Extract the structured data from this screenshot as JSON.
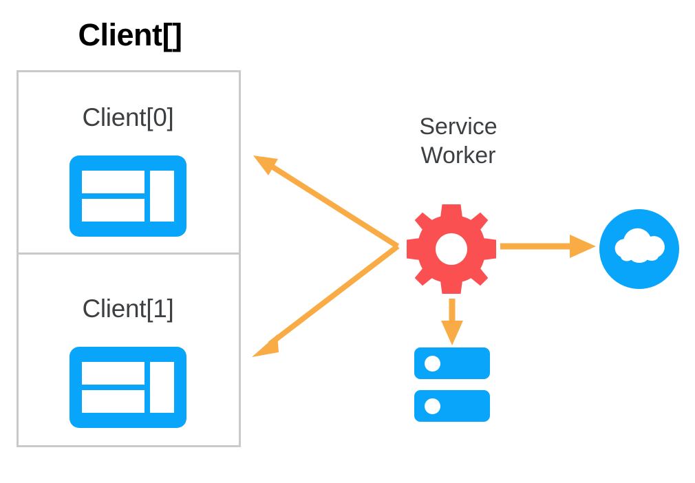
{
  "diagram": {
    "title": "Client[] and Service Worker relationship",
    "background_color": "#ffffff"
  },
  "palette": {
    "blue": "#09a5fb",
    "red": "#fb5051",
    "orange": "#f9ac46",
    "border_gray": "#c9c9c9",
    "text_dark": "#3c4043",
    "text_black": "#000000",
    "white": "#ffffff"
  },
  "clients_group": {
    "heading": "Client[]",
    "items": [
      {
        "label": "Client[0]",
        "icon": "browser-window-icon"
      },
      {
        "label": "Client[1]",
        "icon": "browser-window-icon"
      }
    ]
  },
  "service_worker": {
    "label_line1": "Service",
    "label_line2": "Worker",
    "icon": "gear-icon"
  },
  "network": {
    "icon": "cloud-icon",
    "label": ""
  },
  "storage": {
    "icon": "server-icon",
    "label": ""
  },
  "connections": [
    {
      "name": "service-worker-to-client-0",
      "from": "service-worker",
      "to": "client-0",
      "direction": "to-client",
      "color": "#f9ac46"
    },
    {
      "name": "service-worker-to-client-1",
      "from": "service-worker",
      "to": "client-1",
      "direction": "to-client",
      "color": "#f9ac46"
    },
    {
      "name": "service-worker-to-cloud",
      "from": "service-worker",
      "to": "cloud",
      "direction": "to-cloud",
      "color": "#f9ac46"
    },
    {
      "name": "service-worker-to-server",
      "from": "service-worker",
      "to": "server",
      "direction": "to-server",
      "color": "#f9ac46"
    }
  ]
}
